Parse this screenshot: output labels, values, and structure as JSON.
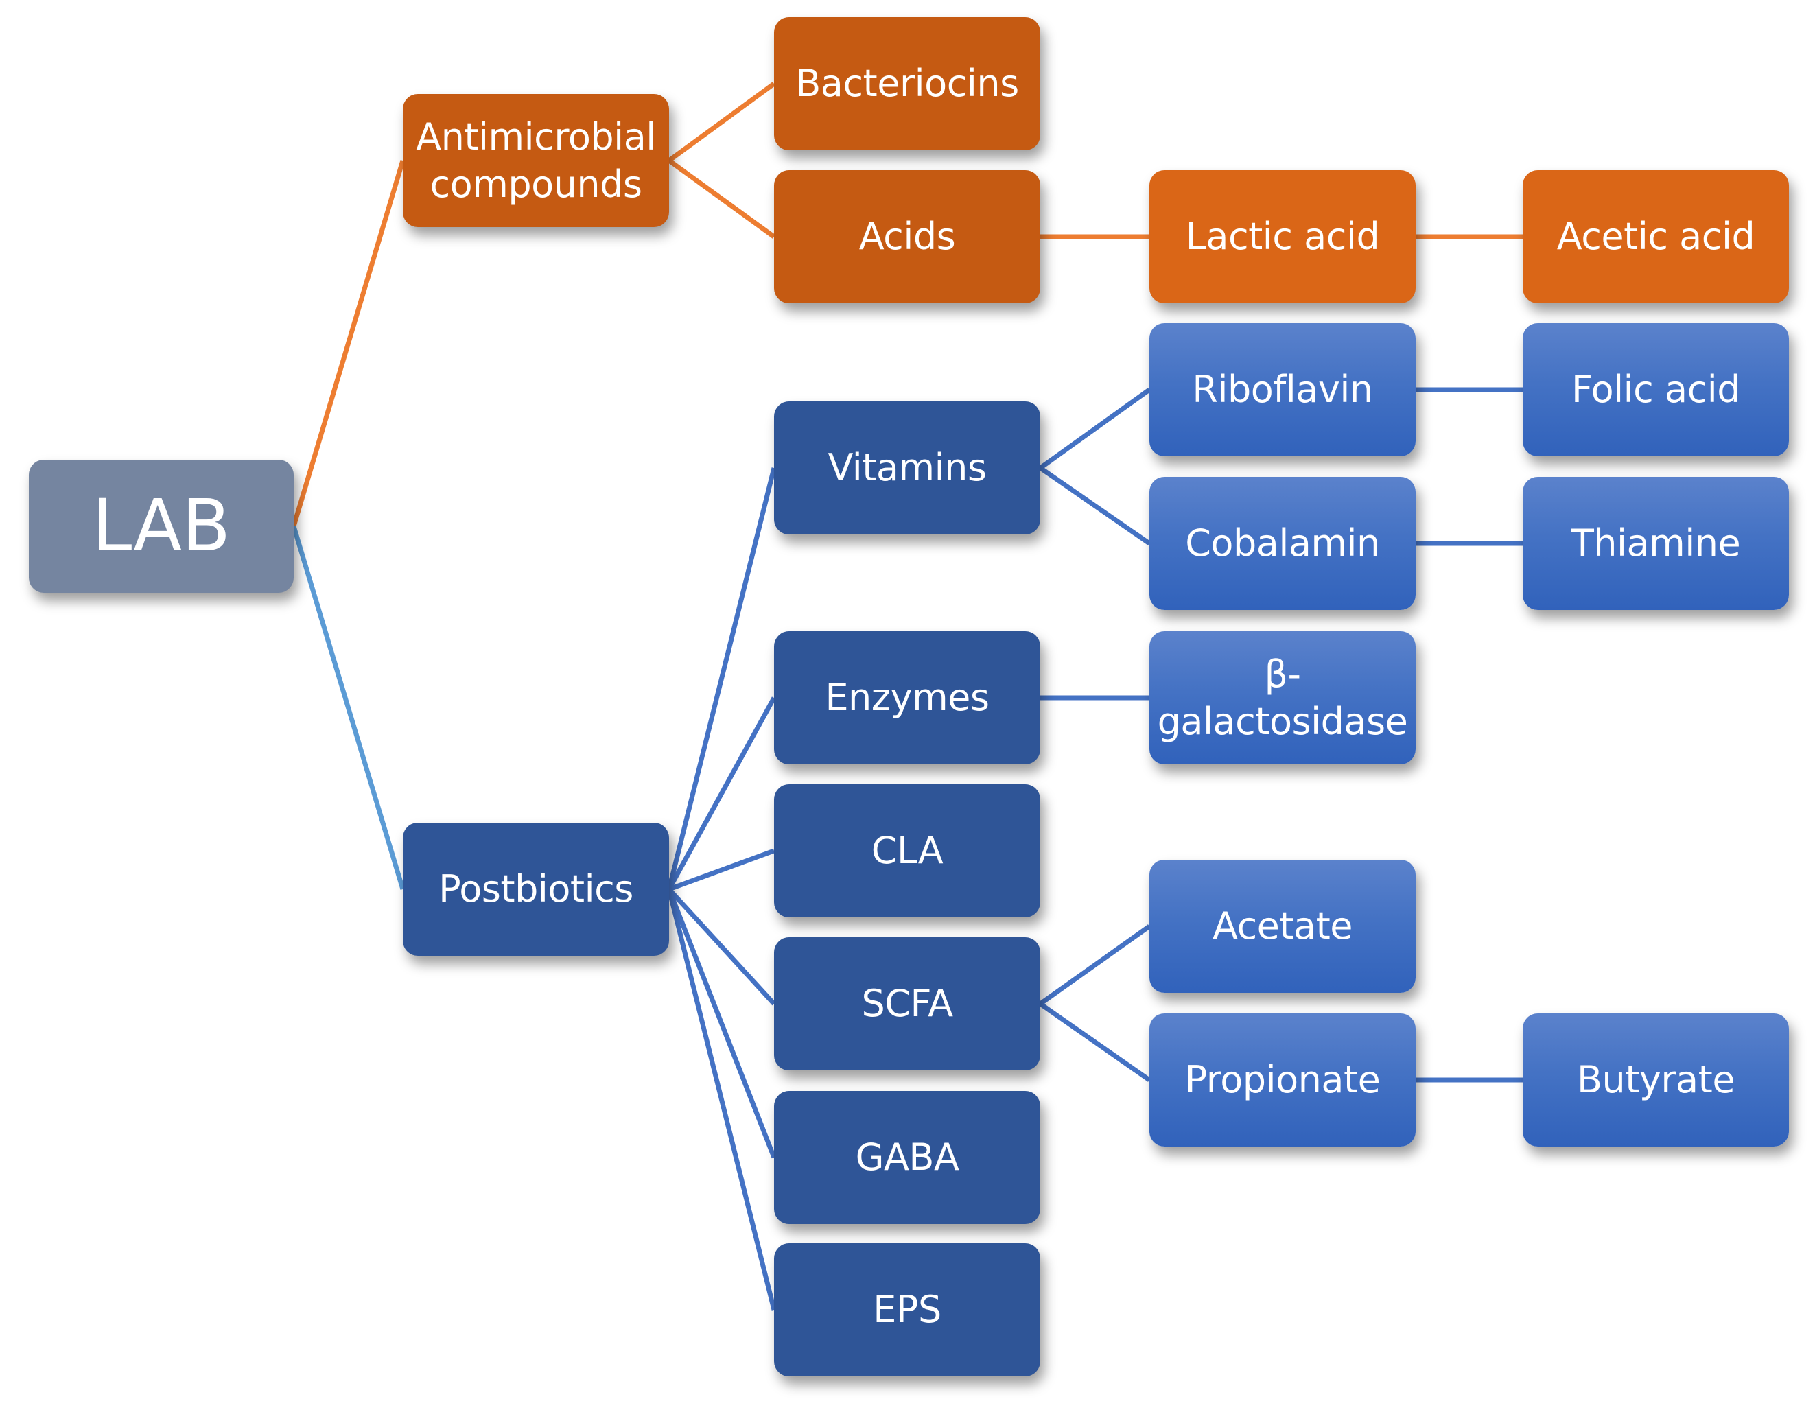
{
  "diagram": {
    "title": "",
    "colors": {
      "root": "#7585a0",
      "antimicrobial_branch": "#c55a12",
      "antimicrobial_leaf": "#da6617",
      "antimicrobial_link": "#ed7d31",
      "postbiotic_branch": "#2f5597",
      "postbiotic_leaf": "#4472c4",
      "postbiotic_link": "#4472c4",
      "root_to_postbiotics_link": "#5b9bd5",
      "text": "#ffffff"
    },
    "nodes": {
      "lab": "LAB",
      "antimicrobial": "Antimicrobial compounds",
      "bacteriocins": "Bacteriocins",
      "acids": "Acids",
      "lactic_acid": "Lactic acid",
      "acetic_acid": "Acetic acid",
      "postbiotics": "Postbiotics",
      "vitamins": "Vitamins",
      "riboflavin": "Riboflavin",
      "folic_acid": "Folic acid",
      "cobalamin": "Cobalamin",
      "thiamine": "Thiamine",
      "enzymes": "Enzymes",
      "beta_galactosidase": "β-galactosidase",
      "cla": "CLA",
      "scfa": "SCFA",
      "acetate": "Acetate",
      "propionate": "Propionate",
      "butyrate": "Butyrate",
      "gaba": "GABA",
      "eps": "EPS"
    },
    "node_lines": {
      "antimicrobial": [
        "Antimicrobial",
        "compounds"
      ],
      "beta_galactosidase": [
        "β-",
        "galactosidase"
      ]
    },
    "edges": [
      [
        "lab",
        "antimicrobial"
      ],
      [
        "lab",
        "postbiotics"
      ],
      [
        "antimicrobial",
        "bacteriocins"
      ],
      [
        "antimicrobial",
        "acids"
      ],
      [
        "acids",
        "lactic_acid"
      ],
      [
        "lactic_acid",
        "acetic_acid"
      ],
      [
        "postbiotics",
        "vitamins"
      ],
      [
        "postbiotics",
        "enzymes"
      ],
      [
        "postbiotics",
        "cla"
      ],
      [
        "postbiotics",
        "scfa"
      ],
      [
        "postbiotics",
        "gaba"
      ],
      [
        "postbiotics",
        "eps"
      ],
      [
        "vitamins",
        "riboflavin"
      ],
      [
        "vitamins",
        "cobalamin"
      ],
      [
        "riboflavin",
        "folic_acid"
      ],
      [
        "cobalamin",
        "thiamine"
      ],
      [
        "enzymes",
        "beta_galactosidase"
      ],
      [
        "scfa",
        "acetate"
      ],
      [
        "scfa",
        "propionate"
      ],
      [
        "propionate",
        "butyrate"
      ]
    ]
  }
}
